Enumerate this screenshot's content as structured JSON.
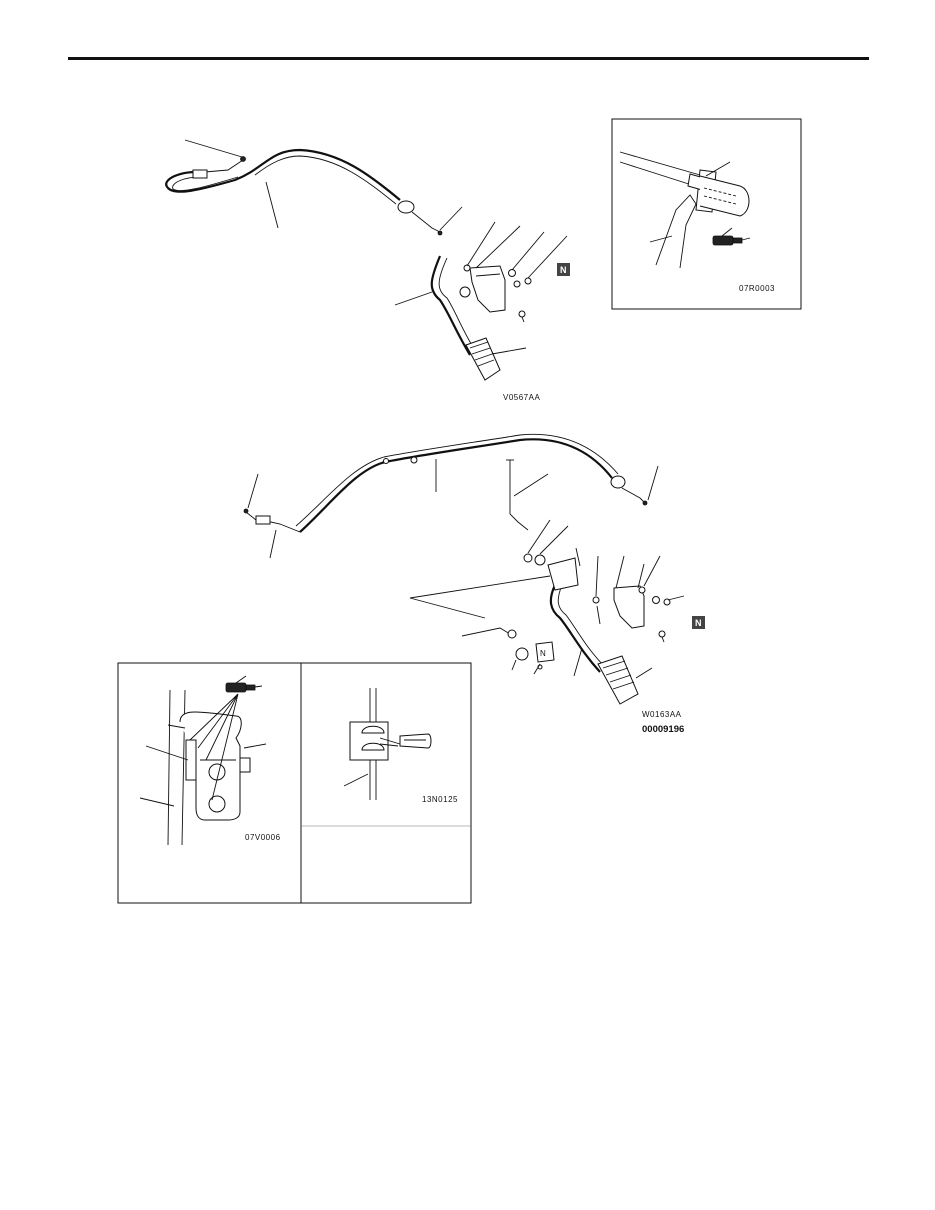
{
  "figures": {
    "top_diagram": {
      "code": "V0567AA"
    },
    "top_detail": {
      "code": "07R0003"
    },
    "bottom_diagram": {
      "code": "W0163AA",
      "sub_code": "00009196"
    },
    "bottom_detail_left": {
      "code": "07V0006"
    },
    "bottom_detail_right": {
      "code": "13N0125"
    }
  },
  "badges": {
    "top_new_part": "N",
    "bottom_new_part": "N",
    "bracket_mark": "N"
  },
  "icons": {
    "grease": "grease-gun-icon",
    "new_part": "new-part-badge-icon"
  },
  "colors": {
    "ink": "#111111",
    "badge": "#444444",
    "background": "#ffffff"
  }
}
